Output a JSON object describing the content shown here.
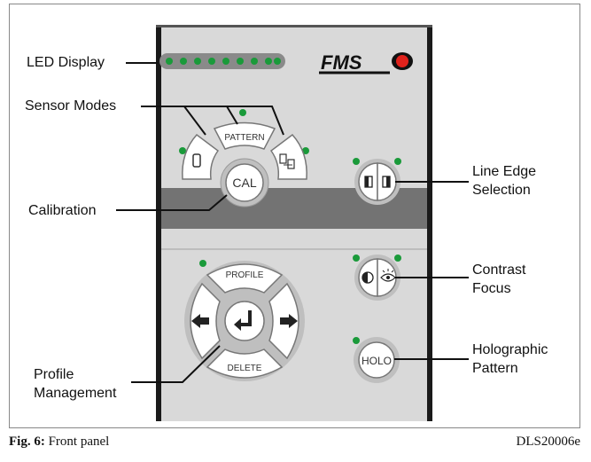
{
  "labels": {
    "led_display": "LED Display",
    "sensor_modes": "Sensor Modes",
    "calibration": "Calibration",
    "profile_management": [
      "Profile",
      "Management"
    ],
    "line_edge_selection": [
      "Line Edge",
      "Selection"
    ],
    "contrast_focus": [
      "Contrast",
      "Focus"
    ],
    "holographic_pattern": [
      "Holographic",
      "Pattern"
    ]
  },
  "buttons": {
    "pattern": "PATTERN",
    "cal": "CAL",
    "profile": "PROFILE",
    "delete": "DELETE",
    "holo": "HOLO"
  },
  "logo": {
    "text": "FMS"
  },
  "caption": {
    "fig_prefix": "Fig. 6:",
    "fig_title": " Front panel",
    "doc_id": "DLS20006e"
  },
  "colors": {
    "led_green": "#1a9a3a",
    "logo_red": "#e0221c",
    "panel_grey": "#d9d9d9",
    "band_grey": "#737373"
  }
}
